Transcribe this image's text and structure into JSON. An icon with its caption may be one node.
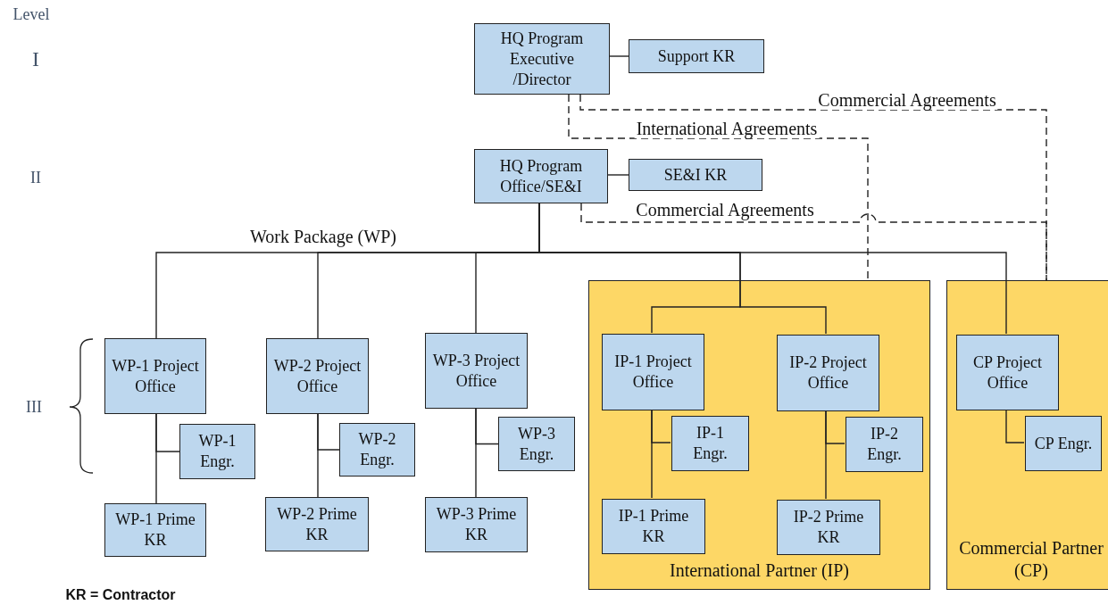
{
  "diagram": {
    "nodes": [
      {
        "text": [
          "HQ Program Executive /Director"
        ]
      },
      {
        "text": [
          "Support KR"
        ]
      },
      {
        "text": [
          "HQ Program Office/SE&I"
        ]
      },
      {
        "text": [
          "SE&I KR"
        ]
      },
      {
        "text": [
          "WP-1 Project Office"
        ]
      },
      {
        "text": [
          "WP-1 Engr."
        ]
      },
      {
        "text": [
          "WP-1 Prime KR"
        ]
      },
      {
        "text": [
          "WP-2 Project Office"
        ]
      },
      {
        "text": [
          "WP-2 Engr."
        ]
      },
      {
        "text": [
          "WP-2 Prime KR"
        ]
      },
      {
        "text": [
          "WP-3 Project Office"
        ]
      },
      {
        "text": [
          "WP-3 Engr."
        ]
      },
      {
        "text": [
          "WP-3 Prime KR"
        ]
      },
      {
        "text": [
          "International Partner (IP)"
        ]
      },
      {
        "text": [
          "IP-1 Project Office"
        ],
        "in": 13
      },
      {
        "text": [
          "IP-1 Engr."
        ],
        "in": 13
      },
      {
        "text": [
          "IP-1 Prime KR"
        ],
        "in": 13
      },
      {
        "text": [
          "IP-2 Project Office"
        ],
        "in": 13
      },
      {
        "text": [
          "IP-2 Engr."
        ],
        "in": 13
      },
      {
        "text": [
          "IP-2 Prime KR"
        ],
        "in": 13
      },
      {
        "text": [
          "Commercial Partner (CP)"
        ]
      },
      {
        "text": [
          "CP Project Office"
        ],
        "in": 20
      },
      {
        "text": [
          "CP Engr."
        ],
        "in": 20
      }
    ],
    "edges": [
      {
        "from": 0,
        "to": 1,
        "arrow": "none"
      },
      {
        "from": 0,
        "to": 13,
        "arrow": "none",
        "style": "dashed",
        "label": "International Agreements"
      },
      {
        "from": 0,
        "to": 20,
        "arrow": "none",
        "style": "dashed",
        "label": "Commercial Agreements"
      },
      {
        "from": 2,
        "to": 3,
        "arrow": "none"
      },
      {
        "from": 2,
        "to": 20,
        "arrow": "none",
        "style": "dashed",
        "label": "Commercial Agreements"
      },
      {
        "from": 2,
        "to": 4,
        "arrow": "none"
      },
      {
        "from": 2,
        "to": 7,
        "arrow": "none"
      },
      {
        "from": 2,
        "to": 10,
        "arrow": "none"
      },
      {
        "from": 2,
        "to": 14,
        "arrow": "none"
      },
      {
        "from": 2,
        "to": 17,
        "arrow": "none"
      },
      {
        "from": 2,
        "to": 21,
        "arrow": "none"
      },
      {
        "from": 4,
        "to": 5,
        "arrow": "none"
      },
      {
        "from": 4,
        "to": 6,
        "arrow": "none"
      },
      {
        "from": 7,
        "to": 8,
        "arrow": "none"
      },
      {
        "from": 7,
        "to": 9,
        "arrow": "none"
      },
      {
        "from": 10,
        "to": 11,
        "arrow": "none"
      },
      {
        "from": 10,
        "to": 12,
        "arrow": "none"
      },
      {
        "from": 14,
        "to": 15,
        "arrow": "none"
      },
      {
        "from": 14,
        "to": 16,
        "arrow": "none"
      },
      {
        "from": 17,
        "to": 18,
        "arrow": "none"
      },
      {
        "from": 17,
        "to": 19,
        "arrow": "none"
      },
      {
        "from": 21,
        "to": 22,
        "arrow": "none"
      }
    ],
    "labels": [
      "Level",
      "I",
      "II",
      "III",
      "Work Package (WP)",
      "KR = Contractor"
    ]
  }
}
